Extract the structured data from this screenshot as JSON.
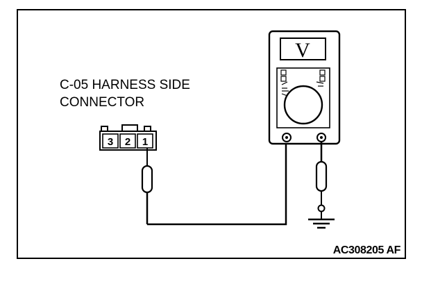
{
  "diagram": {
    "connector_label_line1": "C-05 HARNESS SIDE",
    "connector_label_line2": "CONNECTOR",
    "connector_pins": [
      "3",
      "2",
      "1"
    ],
    "meter_display": "V",
    "figure_code": "AC308205 AF",
    "icons": {
      "meter": "voltmeter-icon",
      "ground": "ground-symbol-icon",
      "probe": "test-probe-icon",
      "connector": "harness-connector-icon"
    }
  }
}
